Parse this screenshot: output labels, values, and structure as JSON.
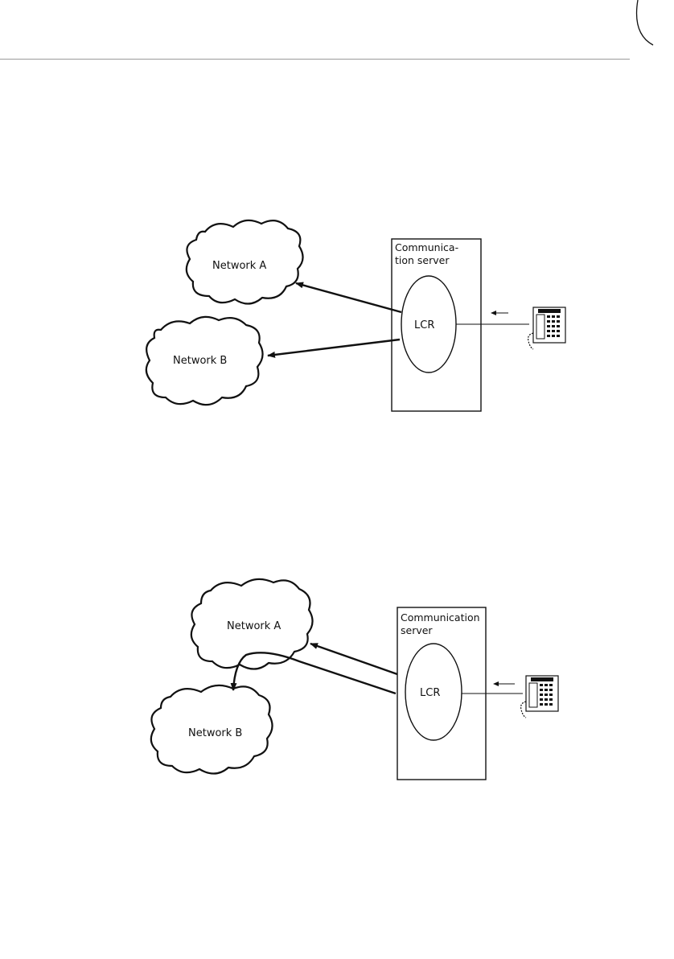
{
  "diagrams": [
    {
      "networks": [
        "Network A",
        "Network B"
      ],
      "server": {
        "line1": "Communica-",
        "line2": "tion server"
      },
      "lcr": "LCR"
    },
    {
      "networks": [
        "Network A",
        "Network B"
      ],
      "server": {
        "line1": "Communication",
        "line2": "server"
      },
      "lcr": "LCR"
    }
  ],
  "icons": {
    "phone": "telephone-icon",
    "cloud": "cloud-shape"
  },
  "colors": {
    "ink": "#111111",
    "rule": "#9a9a9a"
  }
}
